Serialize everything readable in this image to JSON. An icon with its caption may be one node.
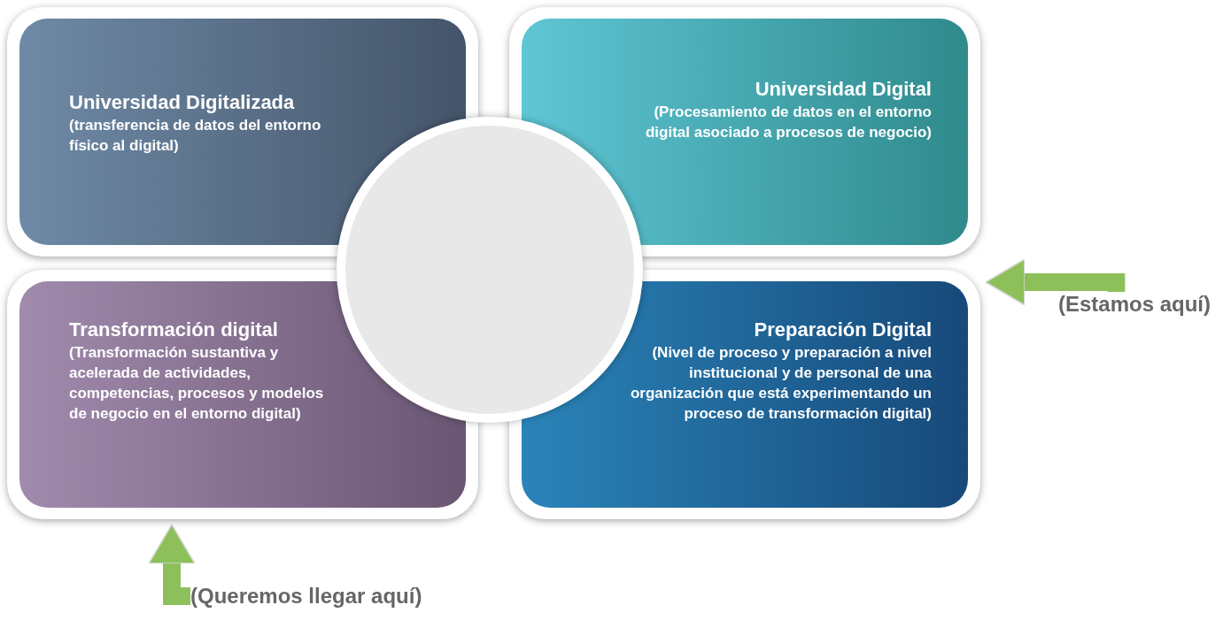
{
  "diagram": {
    "nodes": [
      {
        "text": [
          "Universidad Digitalizada",
          "(transferencia de datos del entorno físico al digital)"
        ]
      },
      {
        "text": [
          "Universidad Digital",
          "(Procesamiento de datos en el entorno digital asociado a procesos de negocio)"
        ]
      },
      {
        "text": [
          "Transformación digital",
          "(Transformación sustantiva y acelerada de actividades, competencias, procesos y modelos de negocio en el entorno digital)"
        ]
      },
      {
        "text": [
          "Preparación Digital",
          "(Nivel de proceso y preparación a nivel institucional y de personal de una organización que está experimentando un proceso de transformación digital)"
        ]
      },
      {
        "text": [],
        "shape": "circle"
      },
      {
        "text": [
          "(Estamos aquí)"
        ]
      },
      {
        "text": [
          "(Queremos llegar aquí)"
        ]
      }
    ],
    "edges": [
      {
        "from": 5,
        "to": 3,
        "arrow": "to"
      },
      {
        "from": 6,
        "to": 2,
        "arrow": "to"
      }
    ]
  }
}
